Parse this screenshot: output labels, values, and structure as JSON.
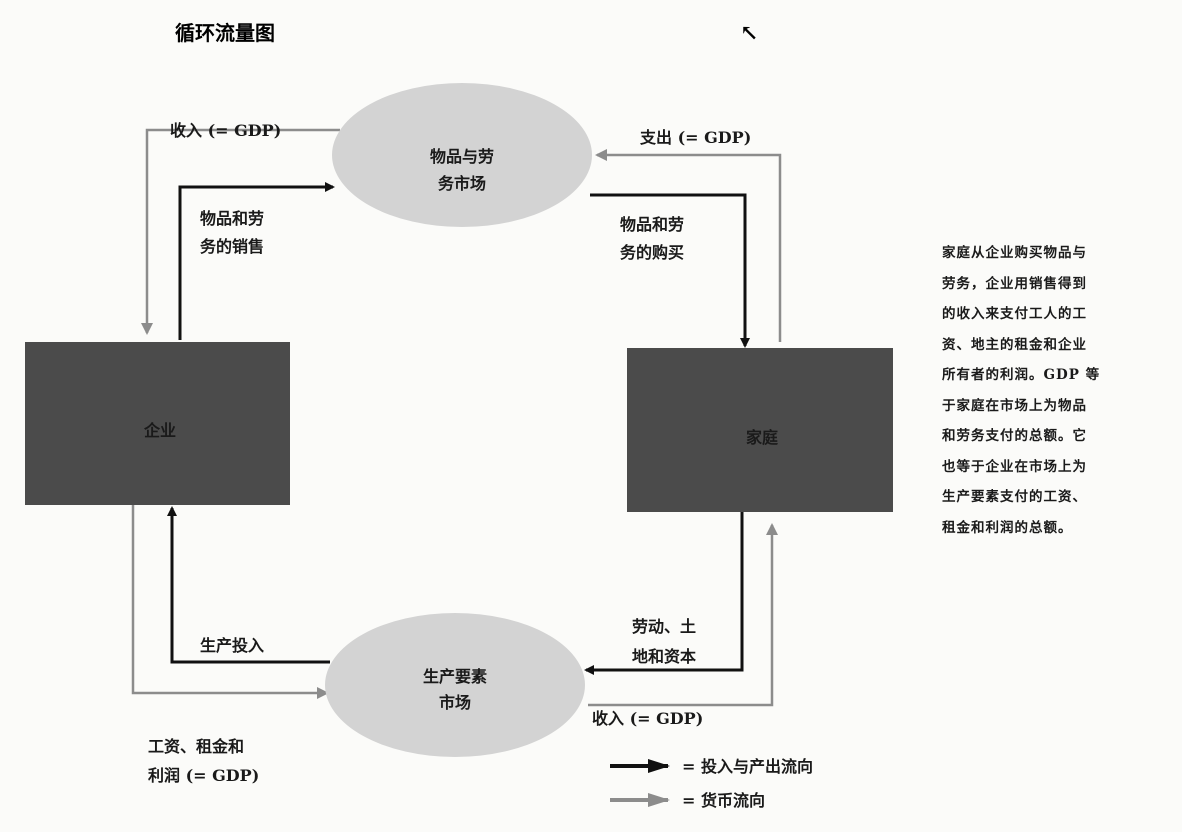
{
  "title": "循环流量图",
  "corner_mark": "↖",
  "nodes": {
    "goods_market": [
      "物品与劳",
      "务市场"
    ],
    "factor_market": [
      "生产要素",
      "市场"
    ],
    "firms": "企业",
    "households": "家庭"
  },
  "flows": {
    "revenue": "收入 (= GDP)",
    "spending": "支出 (= GDP)",
    "goods_sold": [
      "物品和劳",
      "务的销售"
    ],
    "goods_bought": [
      "物品和劳",
      "务的购买"
    ],
    "factors_supplied": [
      "劳动、土",
      "地和资本"
    ],
    "inputs": "生产投入",
    "wages": [
      "工资、租金和",
      "利润 (= GDP)"
    ],
    "income": "收入 (= GDP)"
  },
  "legend": {
    "goods_flow": "= 投入与产出流向",
    "money_flow": "= 货币流向"
  },
  "description": [
    "家庭从企业购买物品与",
    "劳务，企业用销售得到",
    "的收入来支付工人的工",
    "资、地主的租金和企业",
    "所有者的利润。GDP 等",
    "于家庭在市场上为物品",
    "和劳务支付的总额。它",
    "也等于企业在市场上为",
    "生产要素支付的工资、",
    "租金和利润的总额。"
  ],
  "colors": {
    "box": "#4b4b4b",
    "ellipse": "#d3d3d3",
    "goods_arrow": "#111111",
    "money_arrow": "#8c8c8c"
  }
}
